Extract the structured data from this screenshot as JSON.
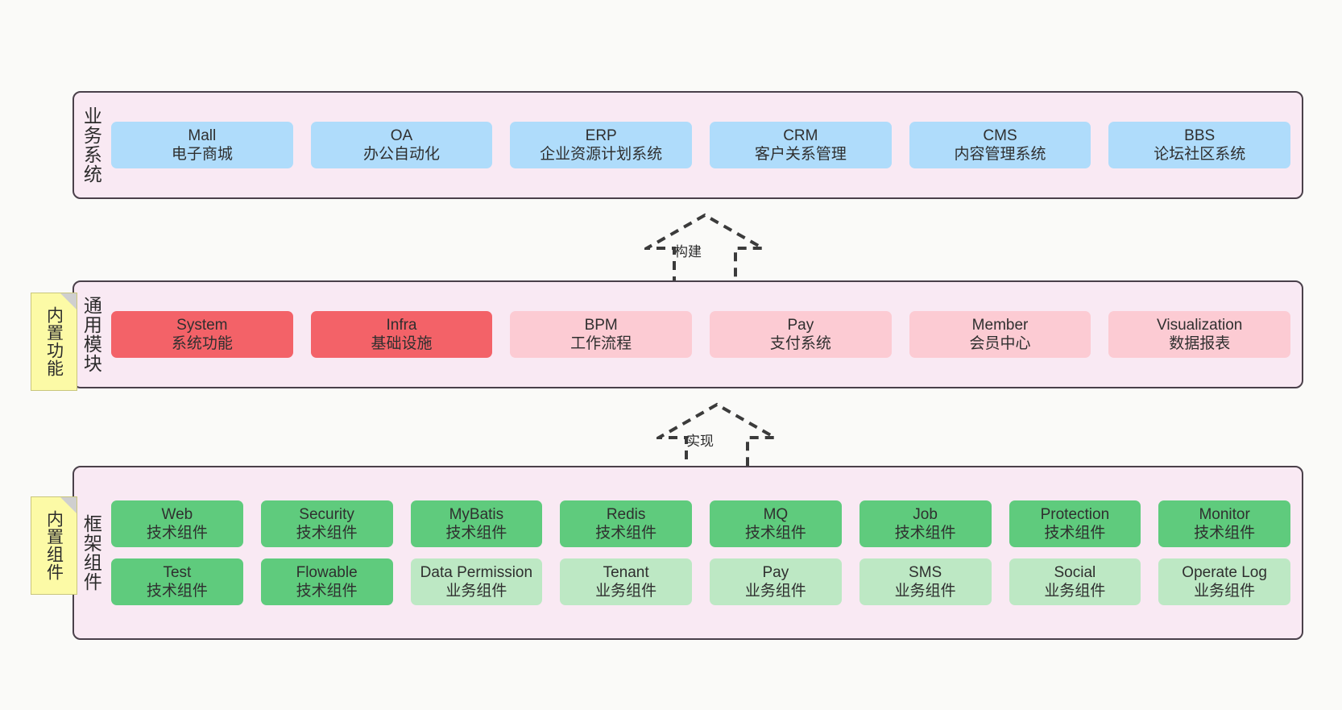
{
  "diagram": {
    "title": "",
    "colors": {
      "canvas_bg": "#FAFAF8",
      "layer_bg": "#F9E9F3",
      "layer_border": "#4A404A",
      "blue": "#AFDCFB",
      "red": "#F36268",
      "pink": "#FCCBD3",
      "green": "#5FCB7D",
      "green_light": "#BDE8C4",
      "note_yellow": "#FCFAA6",
      "note_fold": "#CFCFCF"
    }
  },
  "layers": [
    {
      "id": "business-system",
      "label": "业务系统",
      "rows": [
        {
          "cells": [
            {
              "title": "Mall",
              "subtitle": "电子商城",
              "color": "c-blue"
            },
            {
              "title": "OA",
              "subtitle": "办公自动化",
              "color": "c-blue"
            },
            {
              "title": "ERP",
              "subtitle": "企业资源计划系统",
              "color": "c-blue"
            },
            {
              "title": "CRM",
              "subtitle": "客户关系管理",
              "color": "c-blue"
            },
            {
              "title": "CMS",
              "subtitle": "内容管理系统",
              "color": "c-blue"
            },
            {
              "title": "BBS",
              "subtitle": "论坛社区系统",
              "color": "c-blue"
            }
          ]
        }
      ]
    },
    {
      "id": "common-module",
      "label": "通用模块",
      "note": "内置功能",
      "rows": [
        {
          "cells": [
            {
              "title": "System",
              "subtitle": "系统功能",
              "color": "c-red"
            },
            {
              "title": "Infra",
              "subtitle": "基础设施",
              "color": "c-red"
            },
            {
              "title": "BPM",
              "subtitle": "工作流程",
              "color": "c-pink"
            },
            {
              "title": "Pay",
              "subtitle": "支付系统",
              "color": "c-pink"
            },
            {
              "title": "Member",
              "subtitle": "会员中心",
              "color": "c-pink"
            },
            {
              "title": "Visualization",
              "subtitle": "数据报表",
              "color": "c-pink"
            }
          ]
        }
      ]
    },
    {
      "id": "framework-component",
      "label": "框架组件",
      "note": "内置组件",
      "rows": [
        {
          "cells": [
            {
              "title": "Web",
              "subtitle": "技术组件",
              "color": "c-green"
            },
            {
              "title": "Security",
              "subtitle": "技术组件",
              "color": "c-green"
            },
            {
              "title": "MyBatis",
              "subtitle": "技术组件",
              "color": "c-green"
            },
            {
              "title": "Redis",
              "subtitle": "技术组件",
              "color": "c-green"
            },
            {
              "title": "MQ",
              "subtitle": "技术组件",
              "color": "c-green"
            },
            {
              "title": "Job",
              "subtitle": "技术组件",
              "color": "c-green"
            },
            {
              "title": "Protection",
              "subtitle": "技术组件",
              "color": "c-green"
            },
            {
              "title": "Monitor",
              "subtitle": "技术组件",
              "color": "c-green"
            }
          ]
        },
        {
          "cells": [
            {
              "title": "Test",
              "subtitle": "技术组件",
              "color": "c-green"
            },
            {
              "title": "Flowable",
              "subtitle": "技术组件",
              "color": "c-green"
            },
            {
              "title": "Data Permission",
              "subtitle": "业务组件",
              "color": "c-greenlight"
            },
            {
              "title": "Tenant",
              "subtitle": "业务组件",
              "color": "c-greenlight"
            },
            {
              "title": "Pay",
              "subtitle": "业务组件",
              "color": "c-greenlight"
            },
            {
              "title": "SMS",
              "subtitle": "业务组件",
              "color": "c-greenlight"
            },
            {
              "title": "Social",
              "subtitle": "业务组件",
              "color": "c-greenlight"
            },
            {
              "title": "Operate Log",
              "subtitle": "业务组件",
              "color": "c-greenlight"
            }
          ]
        }
      ]
    }
  ],
  "connectors": [
    {
      "id": "build",
      "label": "构建",
      "style": "dashed-hollow-arrow-up"
    },
    {
      "id": "implement",
      "label": "实现",
      "style": "dashed-hollow-arrow-up"
    }
  ]
}
